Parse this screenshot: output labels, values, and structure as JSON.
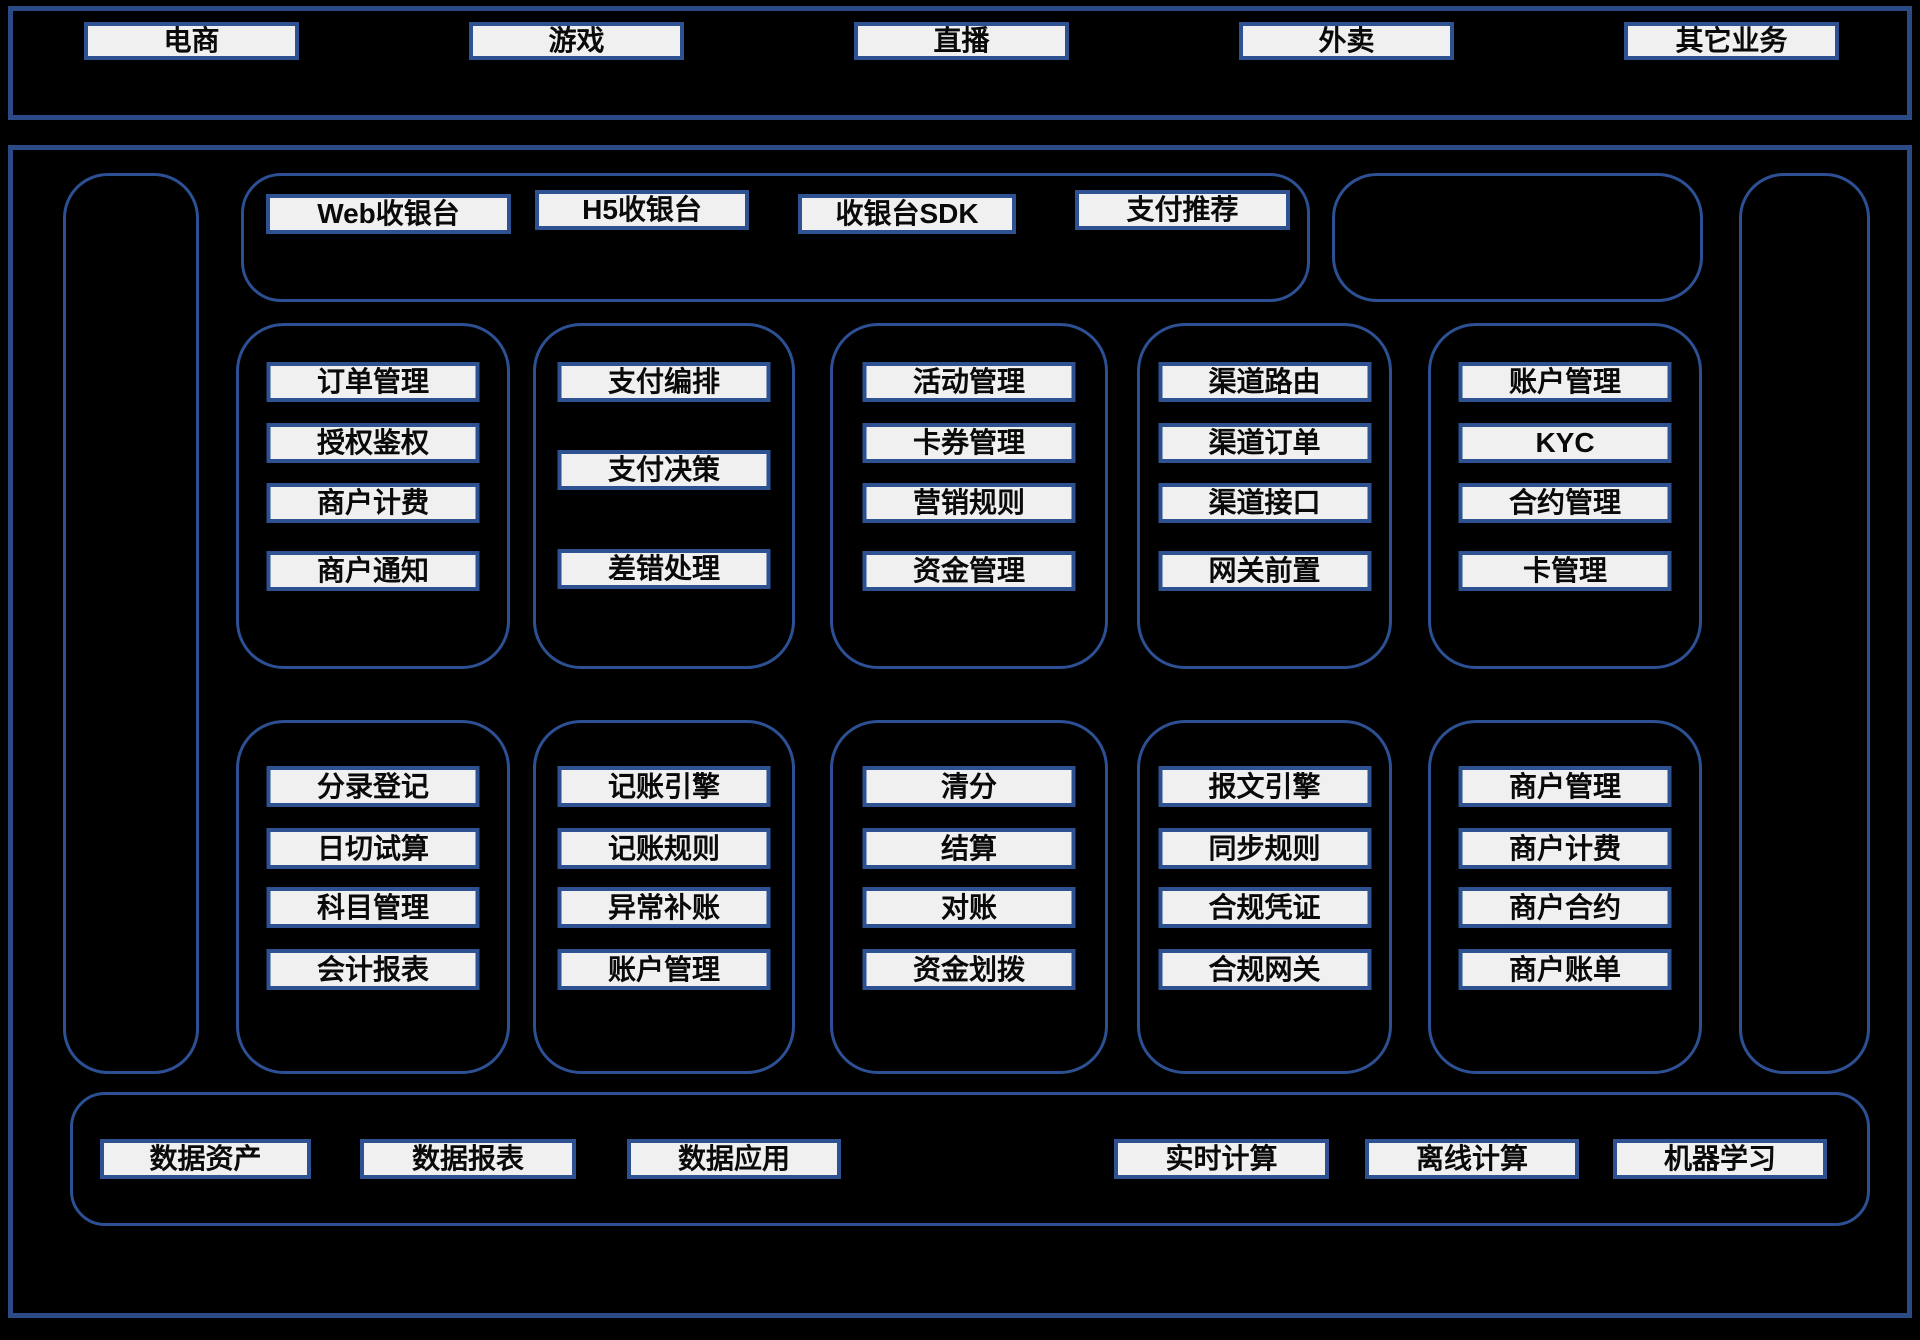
{
  "colors": {
    "background": "#000000",
    "outline": "#2b4a86",
    "container_outline": "#2c5093",
    "box_border": "#2d5191",
    "box_fill": "#f0f0f0",
    "text": "#0a0a0a"
  },
  "business_layer": [
    "电商",
    "游戏",
    "直播",
    "外卖",
    "其它业务"
  ],
  "checkout_layer": [
    "Web收银台",
    "H5收银台",
    "收银台SDK",
    "支付推荐"
  ],
  "modules_row1": [
    [
      "订单管理",
      "授权鉴权",
      "商户计费",
      "商户通知"
    ],
    [
      "支付编排",
      "支付决策",
      "差错处理"
    ],
    [
      "活动管理",
      "卡券管理",
      "营销规则",
      "资金管理"
    ],
    [
      "渠道路由",
      "渠道订单",
      "渠道接口",
      "网关前置"
    ],
    [
      "账户管理",
      "KYC",
      "合约管理",
      "卡管理"
    ]
  ],
  "modules_row2": [
    [
      "分录登记",
      "日切试算",
      "科目管理",
      "会计报表"
    ],
    [
      "记账引擎",
      "记账规则",
      "异常补账",
      "账户管理"
    ],
    [
      "清分",
      "结算",
      "对账",
      "资金划拨"
    ],
    [
      "报文引擎",
      "同步规则",
      "合规凭证",
      "合规网关"
    ],
    [
      "商户管理",
      "商户计费",
      "商户合约",
      "商户账单"
    ]
  ],
  "data_layer": [
    "数据资产",
    "数据报表",
    "数据应用",
    "实时计算",
    "离线计算",
    "机器学习"
  ]
}
